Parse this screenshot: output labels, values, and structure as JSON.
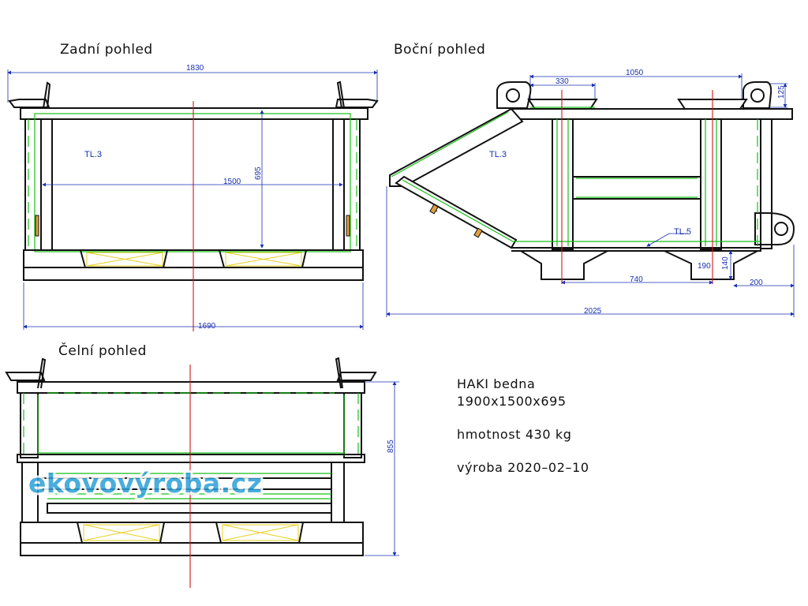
{
  "views": {
    "rear": {
      "title": "Zadní pohled",
      "note": "TL.3",
      "dims": {
        "overall_width": "1830",
        "inner_width": "1500",
        "height": "695",
        "base_width": "1690"
      }
    },
    "side": {
      "title": "Boční pohled",
      "note_body": "TL.3",
      "note_plate": "TL.5",
      "dims": {
        "pocket": "330",
        "top_length": "1050",
        "lug": "125",
        "bottom_length": "2025",
        "foot_spacing": "740",
        "overhang": "200",
        "foot_height": "140",
        "foot_width": "190"
      }
    },
    "front": {
      "title": "Čelní pohled",
      "dims": {
        "height": "855"
      }
    }
  },
  "info": {
    "name": "HAKI bedna",
    "size": "1900x1500x695",
    "weight": "hmotnost  430 kg",
    "date": "výroba  2020–02–10"
  },
  "watermark": {
    "text": "ekovovýroba.cz",
    "color": "#2aa0d8"
  },
  "colors": {
    "outline": "#111111",
    "hidden": "#18c018",
    "dimension": "#1a2fb0",
    "centerline": "#d01818",
    "brace": "#e6d020"
  }
}
